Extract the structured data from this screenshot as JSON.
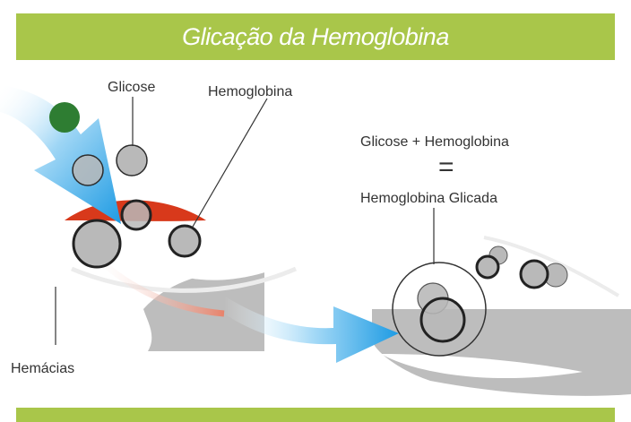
{
  "title": "Glicação da Hemoglobina",
  "labels": {
    "glicose": "Glicose",
    "hemoglobina": "Hemoglobina",
    "hemacias": "Hemácias",
    "equation_top": "Glicose + Hemoglobina",
    "equals": "=",
    "equation_bottom": "Hemoglobina Glicada"
  },
  "colors": {
    "header_bar": "#a9c64a",
    "arrow_blue": "#2fa6e6",
    "red_cell": "#d8391b",
    "green_circle": "#2e7d32",
    "molecule_gray": "#b9b9b9",
    "shape_gray": "#bdbdbd"
  }
}
